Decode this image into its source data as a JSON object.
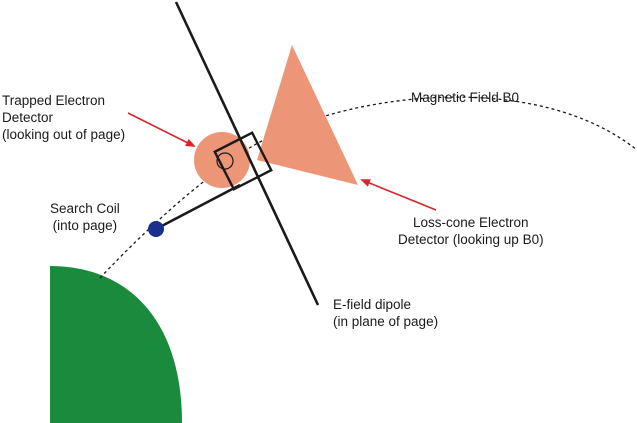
{
  "labels": {
    "trapped_detector": {
      "line1": "Trapped Electron",
      "line2": "Detector",
      "line3": "(looking out of page)"
    },
    "magnetic_field": "Magnetic Field B0",
    "search_coil": {
      "line1": "Search Coil",
      "line2": "(into page)"
    },
    "loss_cone_detector": {
      "line1": "Loss-cone Electron",
      "line2": "Detector (looking up B0)"
    },
    "efield_dipole": {
      "line1": "E-field dipole",
      "line2": "(in plane of page)"
    }
  },
  "colors": {
    "earth": "#1a8a3c",
    "detector_salmon": "#ec9577",
    "search_coil": "#1b2f8f",
    "arrow": "#d8262d",
    "line": "#1a1a1a"
  }
}
